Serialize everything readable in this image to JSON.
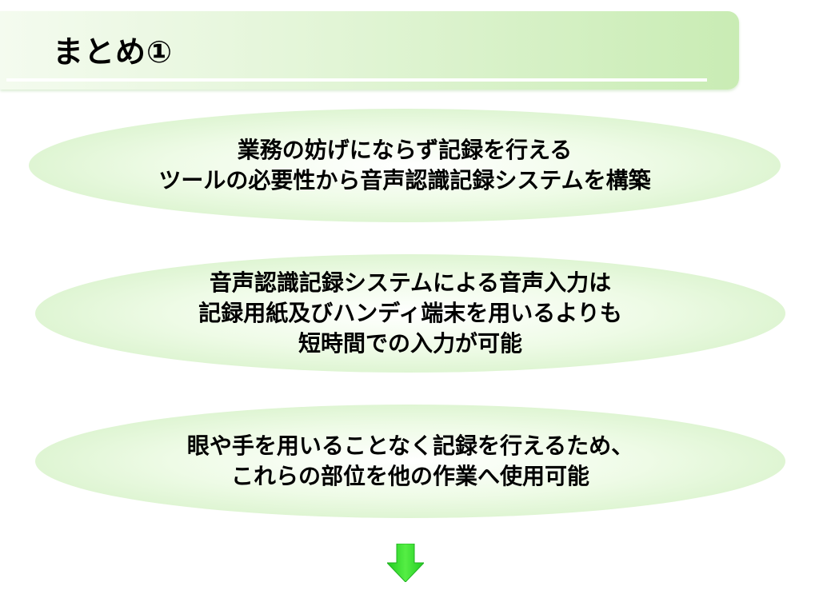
{
  "slide": {
    "title": "まとめ①",
    "boxes": [
      {
        "lines": [
          "業務の妨げにならず記録を行える",
          "ツールの必要性から音声認識記録システムを構築"
        ]
      },
      {
        "lines": [
          "音声認識記録システムによる音声入力は",
          "記録用紙及びハンディ端末を用いるよりも",
          "短時間での入力が可能"
        ]
      },
      {
        "lines": [
          "眼や手を用いることなく記録を行えるため、",
          "これらの部位を他の作業へ使用可能"
        ]
      }
    ],
    "arrow_icon": "arrow-down-icon"
  },
  "colors": {
    "title_bar": "#d4f0c2",
    "ellipse_edge": "#cdeebd",
    "arrow_fill": "#33dd33"
  }
}
